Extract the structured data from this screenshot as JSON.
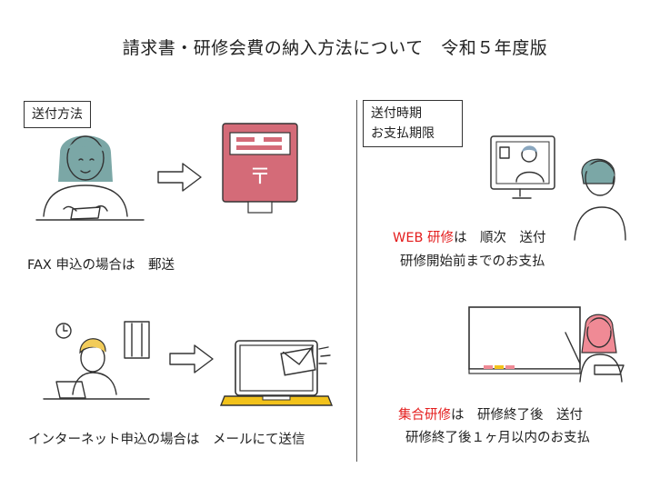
{
  "title": "請求書・研修会費の納入方法について　令和５年度版",
  "left": {
    "box_label": "送付方法",
    "fax_caption": "FAX 申込の場合は　郵送",
    "postbox_mark": "〒",
    "internet_caption": "インターネット申込の場合は　メールにて送信"
  },
  "right": {
    "box_line1": "送付時期",
    "box_line2": "お支払期限",
    "web": {
      "highlight": "WEB 研修",
      "rest": "は　順次　送付",
      "line2": "研修開始前までのお支払"
    },
    "group": {
      "highlight": "集合研修",
      "rest": "は　研修終了後　送付",
      "line2": "研修終了後１ヶ月以内のお支払"
    }
  },
  "colors": {
    "postbox_red": "#d46b78",
    "highlight_red": "#e41d1d",
    "laptop_yellow": "#f2c21b",
    "hair_teal": "#7ba7a6",
    "hair_blonde": "#f2cc5a",
    "hair_pink": "#f08a95"
  }
}
